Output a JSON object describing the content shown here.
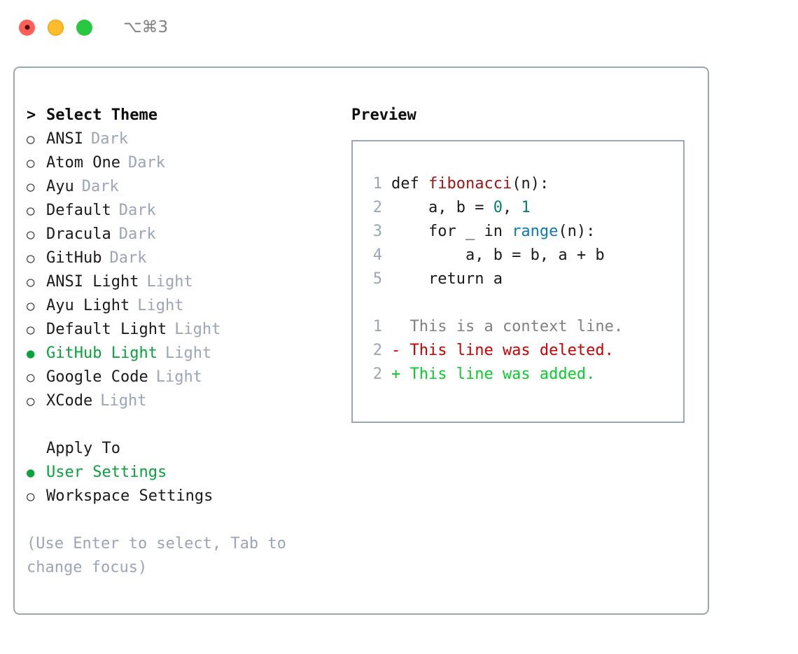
{
  "window": {
    "shortcut": "⌥⌘3",
    "traffic_lights": [
      "close-red",
      "minimize-yellow",
      "maximize-green"
    ]
  },
  "colors": {
    "accent_green": "#0aa23c",
    "border": "#9aa5b8",
    "muted": "#9aa5b8",
    "keyword": "#1a1a1a",
    "function": "#a31515",
    "builtin": "#0c7ab5",
    "number": "#0b7a73",
    "diff_context": "#808080",
    "diff_deleted": "#cc0000",
    "diff_added": "#0acc2c"
  },
  "theme_section": {
    "prefix": ">",
    "title": "Select Theme",
    "bullet_empty": "○",
    "bullet_filled": "●",
    "items": [
      {
        "name": "ANSI",
        "variant": "Dark",
        "selected": false
      },
      {
        "name": "Atom One",
        "variant": "Dark",
        "selected": false
      },
      {
        "name": "Ayu",
        "variant": "Dark",
        "selected": false
      },
      {
        "name": "Default",
        "variant": "Dark",
        "selected": false
      },
      {
        "name": "Dracula",
        "variant": "Dark",
        "selected": false
      },
      {
        "name": "GitHub",
        "variant": "Dark",
        "selected": false
      },
      {
        "name": "ANSI Light",
        "variant": "Light",
        "selected": false
      },
      {
        "name": "Ayu Light",
        "variant": "Light",
        "selected": false
      },
      {
        "name": "Default Light",
        "variant": "Light",
        "selected": false
      },
      {
        "name": "GitHub Light",
        "variant": "Light",
        "selected": true
      },
      {
        "name": "Google Code",
        "variant": "Light",
        "selected": false
      },
      {
        "name": "XCode",
        "variant": "Light",
        "selected": false
      }
    ]
  },
  "apply_to_section": {
    "title": "Apply To",
    "items": [
      {
        "name": "User Settings",
        "selected": true
      },
      {
        "name": "Workspace Settings",
        "selected": false
      }
    ]
  },
  "hint": "(Use Enter to select, Tab to change focus)",
  "preview": {
    "title": "Preview",
    "code_lines": [
      {
        "number": "1",
        "tokens": [
          {
            "text": "def ",
            "type": "plain"
          },
          {
            "text": "fibonacci",
            "type": "function"
          },
          {
            "text": "(n):",
            "type": "plain"
          }
        ]
      },
      {
        "number": "2",
        "tokens": [
          {
            "text": "    a, b = ",
            "type": "plain"
          },
          {
            "text": "0",
            "type": "number"
          },
          {
            "text": ", ",
            "type": "plain"
          },
          {
            "text": "1",
            "type": "number"
          }
        ]
      },
      {
        "number": "3",
        "tokens": [
          {
            "text": "    for _ in ",
            "type": "plain"
          },
          {
            "text": "range",
            "type": "builtin"
          },
          {
            "text": "(n):",
            "type": "plain"
          }
        ]
      },
      {
        "number": "4",
        "tokens": [
          {
            "text": "        a, b = b, a + b",
            "type": "plain"
          }
        ]
      },
      {
        "number": "5",
        "tokens": [
          {
            "text": "    return a",
            "type": "plain"
          }
        ]
      }
    ],
    "diff_lines": [
      {
        "number": "1",
        "marker": " ",
        "text": "  This is a context line.",
        "kind": "context"
      },
      {
        "number": "2",
        "marker": "-",
        "text": "- This line was deleted.",
        "kind": "deleted"
      },
      {
        "number": "2",
        "marker": "+",
        "text": "+ This line was added.",
        "kind": "added"
      }
    ]
  }
}
